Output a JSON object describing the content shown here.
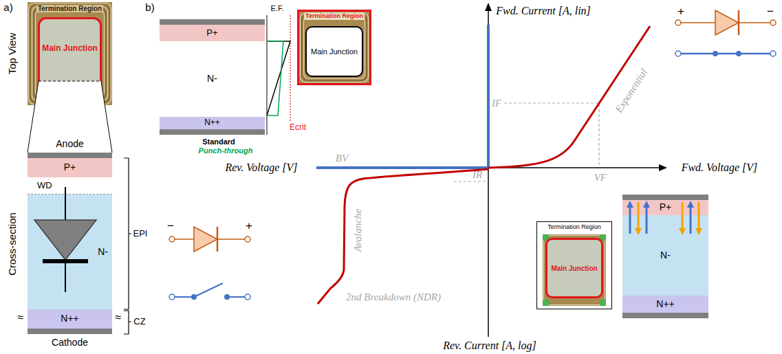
{
  "diagram": {
    "nodes": [
      {
        "text": [
          "Termination Region"
        ]
      },
      {
        "text": [
          "Main Junction"
        ],
        "in": 0
      },
      {
        "text": [
          "Anode"
        ]
      },
      {
        "text": [
          "P+"
        ]
      },
      {
        "text": [
          "WD"
        ]
      },
      {
        "text": [
          "N-"
        ]
      },
      {
        "text": [
          "N++"
        ]
      },
      {
        "text": [
          "Cathode"
        ]
      },
      {
        "text": [
          "P+"
        ]
      },
      {
        "text": [
          "N-"
        ]
      },
      {
        "text": [
          "N++"
        ]
      },
      {
        "text": [
          "Termination Region"
        ]
      },
      {
        "text": [
          "Main Junction"
        ],
        "in": 11
      },
      {
        "text": [
          "Termination Region"
        ]
      },
      {
        "text": [
          "Main Junction"
        ],
        "in": 13
      },
      {
        "text": [
          "P+"
        ]
      },
      {
        "text": [
          "N-"
        ]
      },
      {
        "text": [
          "N++"
        ]
      }
    ],
    "labels": [
      "a)",
      "Top View",
      "Cross-section",
      "EPI",
      "CZ",
      "≈",
      "≈",
      "b)",
      "E.F.",
      "Ecrit",
      "Standard",
      "Punch-through",
      "Fwd. Current [A, lin]",
      "Rev. Voltage [V]",
      "Fwd. Voltage [V]",
      "Rev. Current [A, log]",
      "IF",
      "VF",
      "IR",
      "BV",
      "Exponential",
      "Avalanche",
      "2nd Breakdown (NDR)",
      "+",
      "−",
      "−",
      "+"
    ]
  }
}
